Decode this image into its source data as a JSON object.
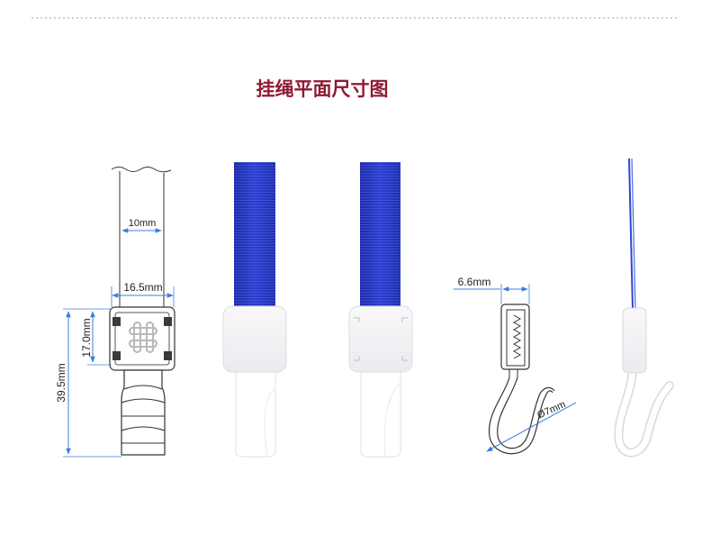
{
  "title": "挂绳平面尺寸图",
  "dimensions": {
    "strap_width": "10mm",
    "clip_width": "16.5mm",
    "clip_height": "17.0mm",
    "total_length": "39.5mm",
    "hook_width": "6.6mm",
    "hook_diameter": "Ø7mm"
  },
  "colors": {
    "title": "#8e1b33",
    "dimension_line": "#3b7fe0",
    "strap": "#2c40d0"
  }
}
